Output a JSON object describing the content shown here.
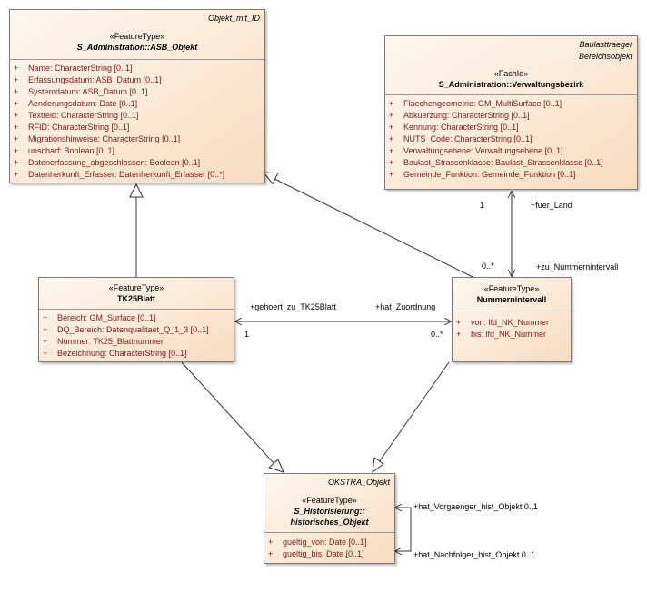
{
  "classes": {
    "asb": {
      "tag": "Objekt_mit_ID",
      "stereotype": "«FeatureType»",
      "name": "S_Administration::ASB_Objekt",
      "attributes": [
        {
          "vis": "+",
          "text": "Name: CharacterString [0..1]"
        },
        {
          "vis": "+",
          "text": "Erfassungsdatum: ASB_Datum [0..1]"
        },
        {
          "vis": "+",
          "text": "Systemdatum: ASB_Datum [0..1]"
        },
        {
          "vis": "+",
          "text": "Aenderungsdatum: Date [0..1]"
        },
        {
          "vis": "+",
          "text": "Textfeld: CharacterString [0..1]"
        },
        {
          "vis": "+",
          "text": "RFID: CharacterString [0..1]"
        },
        {
          "vis": "+",
          "text": "Migrationshinweise: CharacterString [0..1]"
        },
        {
          "vis": "+",
          "text": "unscharf: Boolean [0..1]"
        },
        {
          "vis": "+",
          "text": "Datenerfassung_abgeschlossen: Boolean [0..1]"
        },
        {
          "vis": "+",
          "text": "Datenherkunft_Erfasser: Datenherkunft_Erfasser [0..*]"
        }
      ]
    },
    "vb": {
      "tag_line1": "Baulasttraeger",
      "tag_line2": "Bereichsobjekt",
      "stereotype": "«FachId»",
      "name": "S_Administration::Verwaltungsbezirk",
      "attributes": [
        {
          "vis": "+",
          "text": "Flaechengeometrie: GM_MultiSurface [0..1]"
        },
        {
          "vis": "+",
          "text": "Abkuerzung: CharacterString [0..1]"
        },
        {
          "vis": "+",
          "text": "Kennung: CharacterString [0..1]"
        },
        {
          "vis": "+",
          "text": "NUTS_Code: CharacterString [0..1]"
        },
        {
          "vis": "+",
          "text": "Verwaltungsebene: Verwaltungsebene [0..1]"
        },
        {
          "vis": "+",
          "text": "Baulast_Strassenklasse: Baulast_Strassenklasse [0..1]"
        },
        {
          "vis": "+",
          "text": "Gemeinde_Funktion: Gemeinde_Funktion [0..1]"
        }
      ]
    },
    "tk25": {
      "stereotype": "«FeatureType»",
      "name": "TK25Blatt",
      "attributes": [
        {
          "vis": "+",
          "text": "Bereich: GM_Surface [0..1]"
        },
        {
          "vis": "+",
          "text": "DQ_Bereich: Datenqualitaet_Q_1_3 [0..1]"
        },
        {
          "vis": "+",
          "text": "Nummer: TK25_Blattnummer"
        },
        {
          "vis": "+",
          "text": "Bezeichnung: CharacterString [0..1]"
        }
      ]
    },
    "ni": {
      "stereotype": "«FeatureType»",
      "name": "Nummernintervall",
      "attributes": [
        {
          "vis": "+",
          "text": "von: lfd_NK_Nummer"
        },
        {
          "vis": "+",
          "text": "bis: lfd_NK_Nummer"
        }
      ]
    },
    "hist": {
      "tag": "OKSTRA_Objekt",
      "stereotype": "«FeatureType»",
      "name_line1": "S_Historisierung::",
      "name_line2": "historisches_Objekt",
      "attributes": [
        {
          "vis": "+",
          "text": "gueltig_von: Date [0..1]"
        },
        {
          "vis": "+",
          "text": "gueltig_bis: Date [0..1]"
        }
      ]
    }
  },
  "associations": {
    "fuer_land": "+fuer_Land",
    "fuer_land_mult": "1",
    "zu_nummernintervall": "+zu_Nummernintervall",
    "zu_nummernintervall_mult": "0..*",
    "gehoert_zu_tk25blatt": "+gehoert_zu_TK25Blatt",
    "gehoert_zu_tk25blatt_mult": "1",
    "hat_zuordnung": "+hat_Zuordnung",
    "hat_zuordnung_mult": "0..*",
    "hat_vorgaenger": "+hat_Vorgaenger_hist_Objekt 0..1",
    "hat_nachfolger": "+hat_Nachfolger_hist_Objekt 0..1"
  }
}
